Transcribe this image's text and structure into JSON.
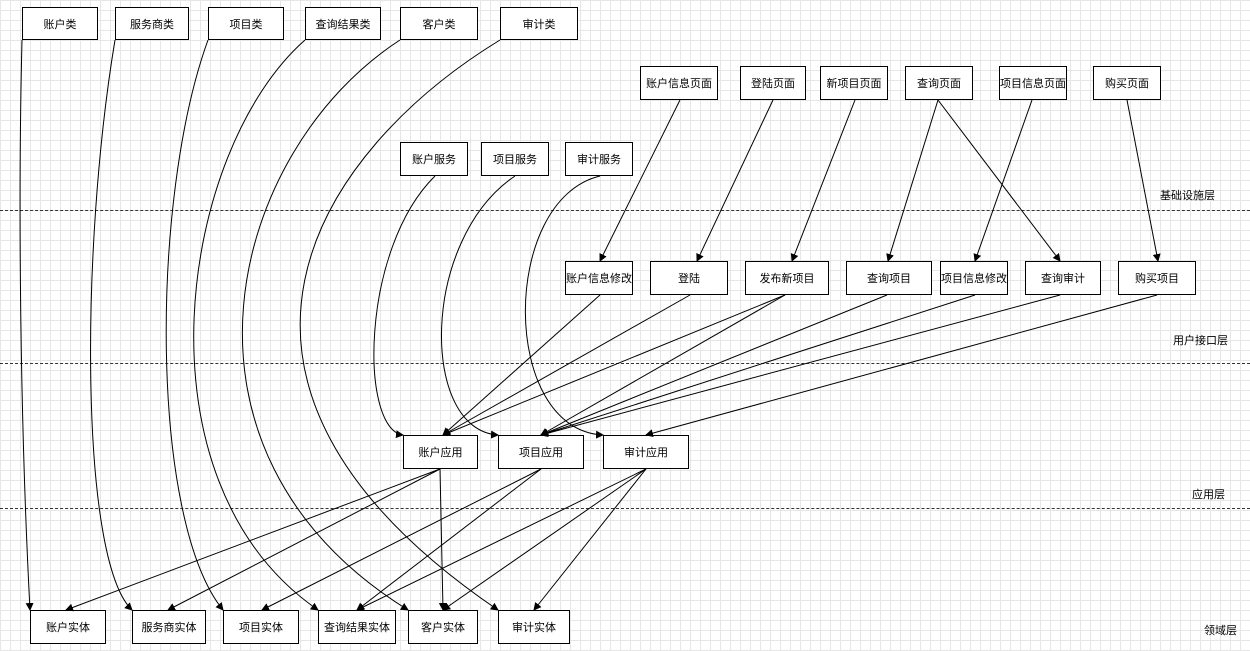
{
  "layers": {
    "infrastructure": "基础设施层",
    "user_interface": "用户接口层",
    "application": "应用层",
    "domain": "领域层"
  },
  "infra_classes": {
    "account_class": "账户类",
    "provider_class": "服务商类",
    "project_class": "项目类",
    "query_result_class": "查询结果类",
    "customer_class": "客户类",
    "audit_class": "审计类"
  },
  "pages": {
    "account_info_page": "账户信息页面",
    "login_page": "登陆页面",
    "new_project_page": "新项目页面",
    "query_page": "查询页面",
    "project_info_page": "项目信息页面",
    "purchase_page": "购买页面"
  },
  "services": {
    "account_service": "账户服务",
    "project_service": "项目服务",
    "audit_service": "审计服务"
  },
  "ui_actions": {
    "account_info_edit": "账户信息修改",
    "login": "登陆",
    "publish_project": "发布新项目",
    "query_project": "查询项目",
    "project_info_edit": "项目信息修改",
    "query_audit": "查询审计",
    "purchase_project": "购买项目"
  },
  "applications": {
    "account_app": "账户应用",
    "project_app": "项目应用",
    "audit_app": "审计应用"
  },
  "entities": {
    "account_entity": "账户实体",
    "provider_entity": "服务商实体",
    "project_entity": "项目实体",
    "query_result_entity": "查询结果实体",
    "customer_entity": "客户实体",
    "audit_entity": "审计实体"
  }
}
